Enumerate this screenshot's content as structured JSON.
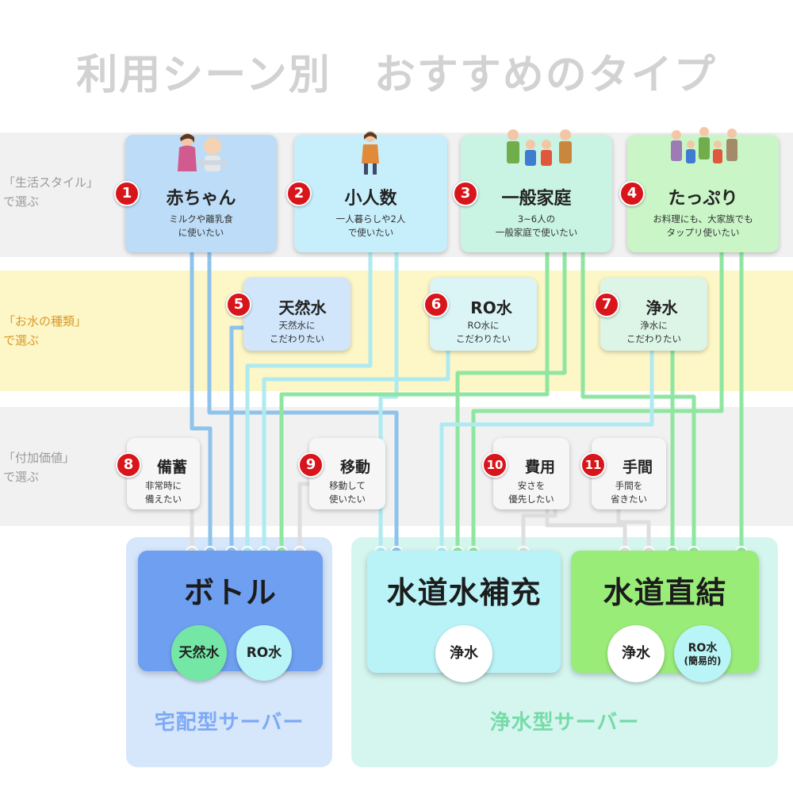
{
  "title": "利用シーン別　おすすめのタイプ",
  "row_labels": {
    "lifestyle": "「生活スタイル」\nで選ぶ",
    "water": "「お水の種類」\nで選ぶ",
    "value": "「付加価値」\nで選ぶ"
  },
  "lifestyle_cards": [
    {
      "num": "1",
      "title": "赤ちゃん",
      "desc": "ミルクや離乳食\nに使いたい",
      "icon": "mother-baby-illustration"
    },
    {
      "num": "2",
      "title": "小人数",
      "desc": "一人暮らしや2人\nで使いたい",
      "icon": "single-woman-illustration"
    },
    {
      "num": "3",
      "title": "一般家庭",
      "desc": "3~6人の\n一般家庭で使いたい",
      "icon": "family-illustration"
    },
    {
      "num": "4",
      "title": "たっぷり",
      "desc": "お料理にも、大家族でも\nタップリ使いたい",
      "icon": "big-family-illustration"
    }
  ],
  "water_cards": [
    {
      "num": "5",
      "title": "天然水",
      "desc": "天然水に\nこだわりたい"
    },
    {
      "num": "6",
      "title": "RO水",
      "desc": "RO水に\nこだわりたい"
    },
    {
      "num": "7",
      "title": "浄水",
      "desc": "浄水に\nこだわりたい"
    }
  ],
  "value_cards": [
    {
      "num": "8",
      "title": "備蓄",
      "desc": "非常時に\n備えたい"
    },
    {
      "num": "9",
      "title": "移動",
      "desc": "移動して\n使いたい"
    },
    {
      "num": "10",
      "title": "費用",
      "desc": "安さを\n優先したい"
    },
    {
      "num": "11",
      "title": "手間",
      "desc": "手間を\n省きたい"
    }
  ],
  "targets": {
    "bottle": {
      "title": "ボトル",
      "circles": [
        "天然水",
        "RO水"
      ]
    },
    "refill": {
      "title": "水道水補充",
      "circles": [
        "浄水"
      ]
    },
    "direct": {
      "title": "水道直結",
      "circles": [
        "浄水",
        "RO水",
        "(簡易的)"
      ]
    }
  },
  "zones": {
    "delivery": "宅配型サーバー",
    "purifier": "浄水型サーバー"
  },
  "colors": {
    "band_gray": "#f1f1f1",
    "band_yellow": "#fdf6c6",
    "badge_red": "#d9151c",
    "bottle_blue": "#6f9ff0",
    "refill_cyan": "#b9f3f7",
    "direct_green": "#9aec79",
    "line_blue": "#8ec3ec",
    "line_cyan": "#aeeaf0",
    "line_green": "#8fe6a0",
    "line_gray": "#dedede"
  }
}
